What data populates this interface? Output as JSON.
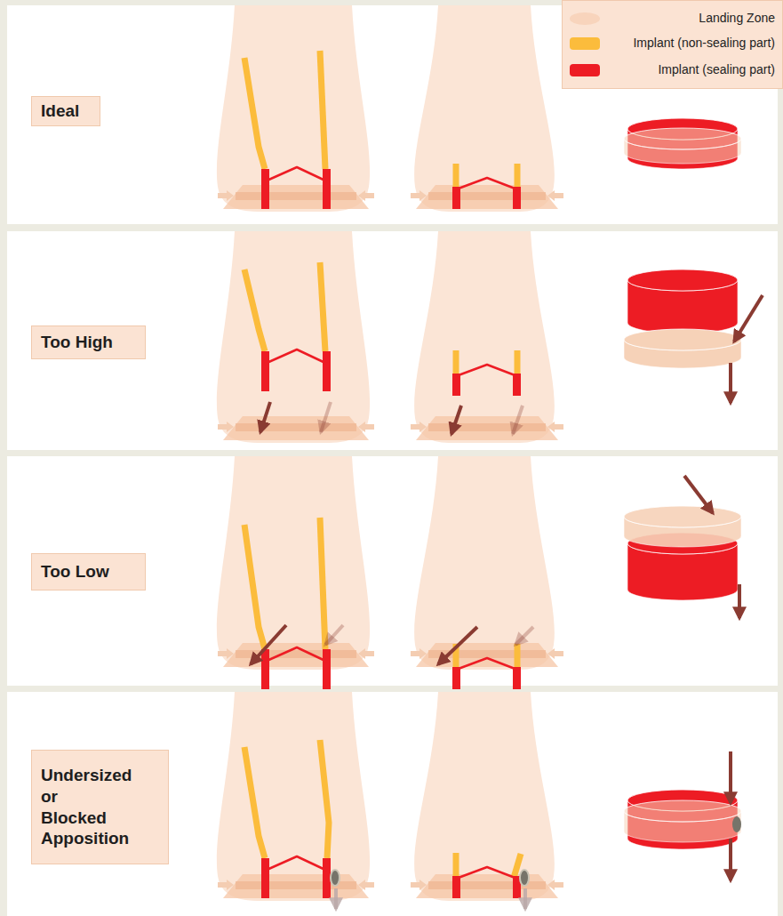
{
  "diagram": {
    "nodes": [
      {
        "text": [
          "Ideal"
        ]
      },
      {
        "text": [
          "Too High"
        ]
      },
      {
        "text": [
          "Too Low"
        ]
      },
      {
        "text": [
          "Undersized or Blocked Apposition"
        ]
      }
    ],
    "legend": [
      {
        "text": "Landing Zone",
        "color": "#f8d4bc"
      },
      {
        "text": "Implant (non-sealing part)",
        "color": "#fbbc3c"
      },
      {
        "text": "Implant (sealing part)",
        "color": "#ed1c24"
      }
    ]
  }
}
